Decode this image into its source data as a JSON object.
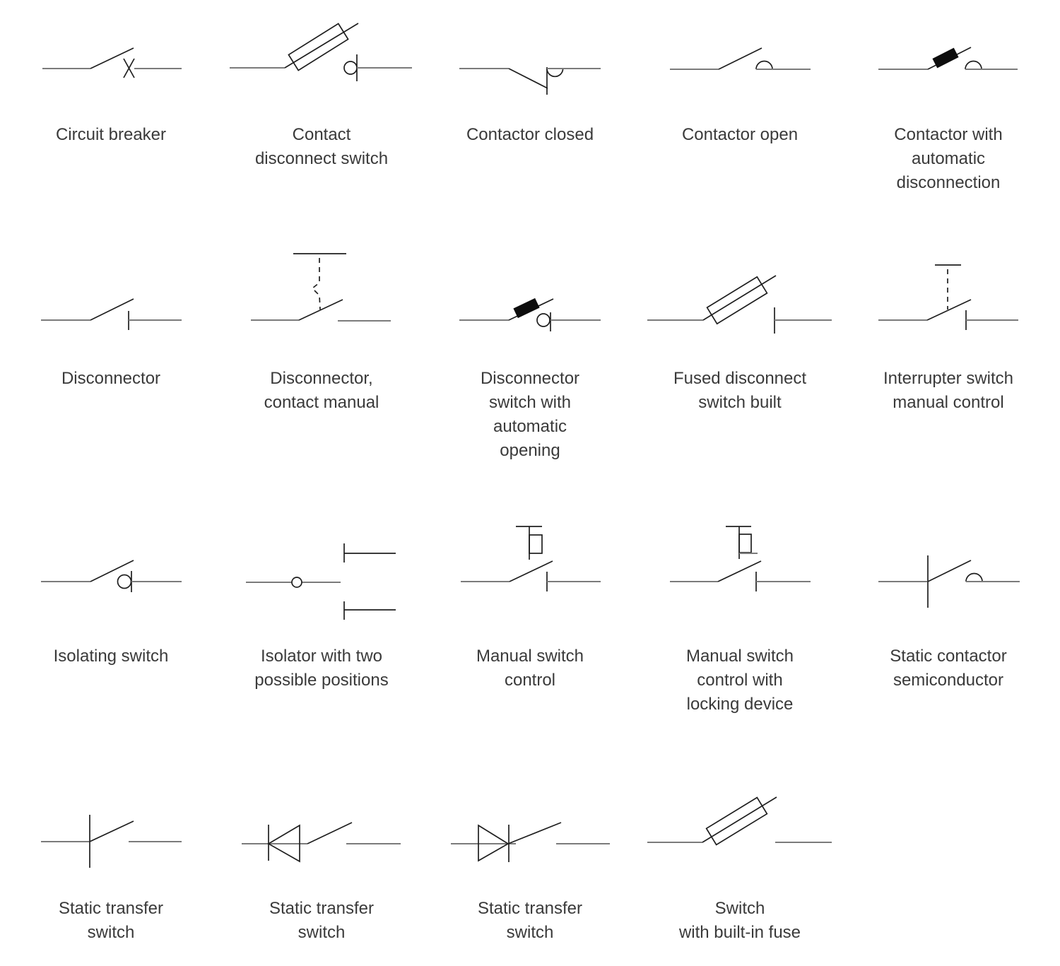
{
  "palette": {
    "background": "#ffffff",
    "wire_color": "#7b7b7b",
    "symbol_color": "#1f1f1f",
    "label_color": "#3a3a3a"
  },
  "cells": [
    {
      "id": "circuit-breaker",
      "label": [
        "Circuit breaker"
      ]
    },
    {
      "id": "contact-disconnect-switch",
      "label": [
        "Contact",
        "disconnect switch"
      ]
    },
    {
      "id": "contactor-closed",
      "label": [
        "Contactor closed"
      ]
    },
    {
      "id": "contactor-open",
      "label": [
        "Contactor open"
      ]
    },
    {
      "id": "contactor-automatic-disconnection",
      "label": [
        "Contactor with",
        "automatic",
        "disconnection"
      ]
    },
    {
      "id": "disconnector",
      "label": [
        "Disconnector"
      ]
    },
    {
      "id": "disconnector-contact-manual",
      "label": [
        "Disconnector,",
        "contact manual"
      ]
    },
    {
      "id": "disconnector-automatic-opening",
      "label": [
        "Disconnector",
        "switch with",
        "automatic",
        "opening"
      ]
    },
    {
      "id": "fused-disconnect-switch-built",
      "label": [
        "Fused disconnect",
        "switch built"
      ]
    },
    {
      "id": "interrupter-switch-manual-control",
      "label": [
        "Interrupter switch",
        "manual control"
      ]
    },
    {
      "id": "isolating-switch",
      "label": [
        "Isolating switch"
      ]
    },
    {
      "id": "isolator-two-positions",
      "label": [
        "Isolator with two",
        "possible positions"
      ]
    },
    {
      "id": "manual-switch-control",
      "label": [
        "Manual switch",
        "control"
      ]
    },
    {
      "id": "manual-switch-control-locking",
      "label": [
        "Manual switch",
        "control with",
        "locking device"
      ]
    },
    {
      "id": "static-contactor-semiconductor",
      "label": [
        "Static contactor",
        "semiconductor"
      ]
    },
    {
      "id": "static-transfer-switch-1",
      "label": [
        "Static transfer",
        "switch"
      ]
    },
    {
      "id": "static-transfer-switch-2",
      "label": [
        "Static transfer",
        "switch"
      ]
    },
    {
      "id": "static-transfer-switch-3",
      "label": [
        "Static transfer",
        "switch"
      ]
    },
    {
      "id": "switch-with-built-in-fuse",
      "label": [
        "Switch",
        "with built-in fuse"
      ]
    }
  ]
}
